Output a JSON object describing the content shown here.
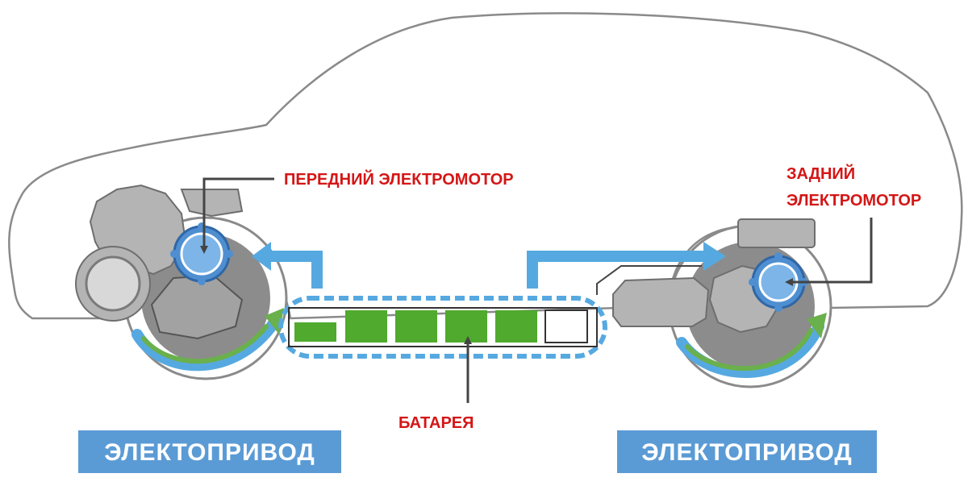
{
  "labels": {
    "front_motor": "ПЕРЕДНИЙ ЭЛЕКТРОМОТОР",
    "rear_motor_line1": "ЗАДНИЙ",
    "rear_motor_line2": "ЭЛЕКТРОМОТОР",
    "battery": "БАТАРЕЯ"
  },
  "banners": {
    "left": "ЭЛЕКТОПРИВОД",
    "right": "ЭЛЕКТОПРИВОД"
  },
  "colors": {
    "label_red": "#d41616",
    "banner_blue": "#5b9bd5",
    "flow_blue": "#56a9e0",
    "battery_green": "#4faa2d",
    "drive_green": "#6ab04c",
    "body_outline": "#8a8a8a",
    "part_gray": "#b4b4b4",
    "wheel_gray": "#8c8c8c",
    "pointer_dark": "#444444"
  },
  "battery": {
    "cells_filled": 5,
    "cells_total": 6
  }
}
